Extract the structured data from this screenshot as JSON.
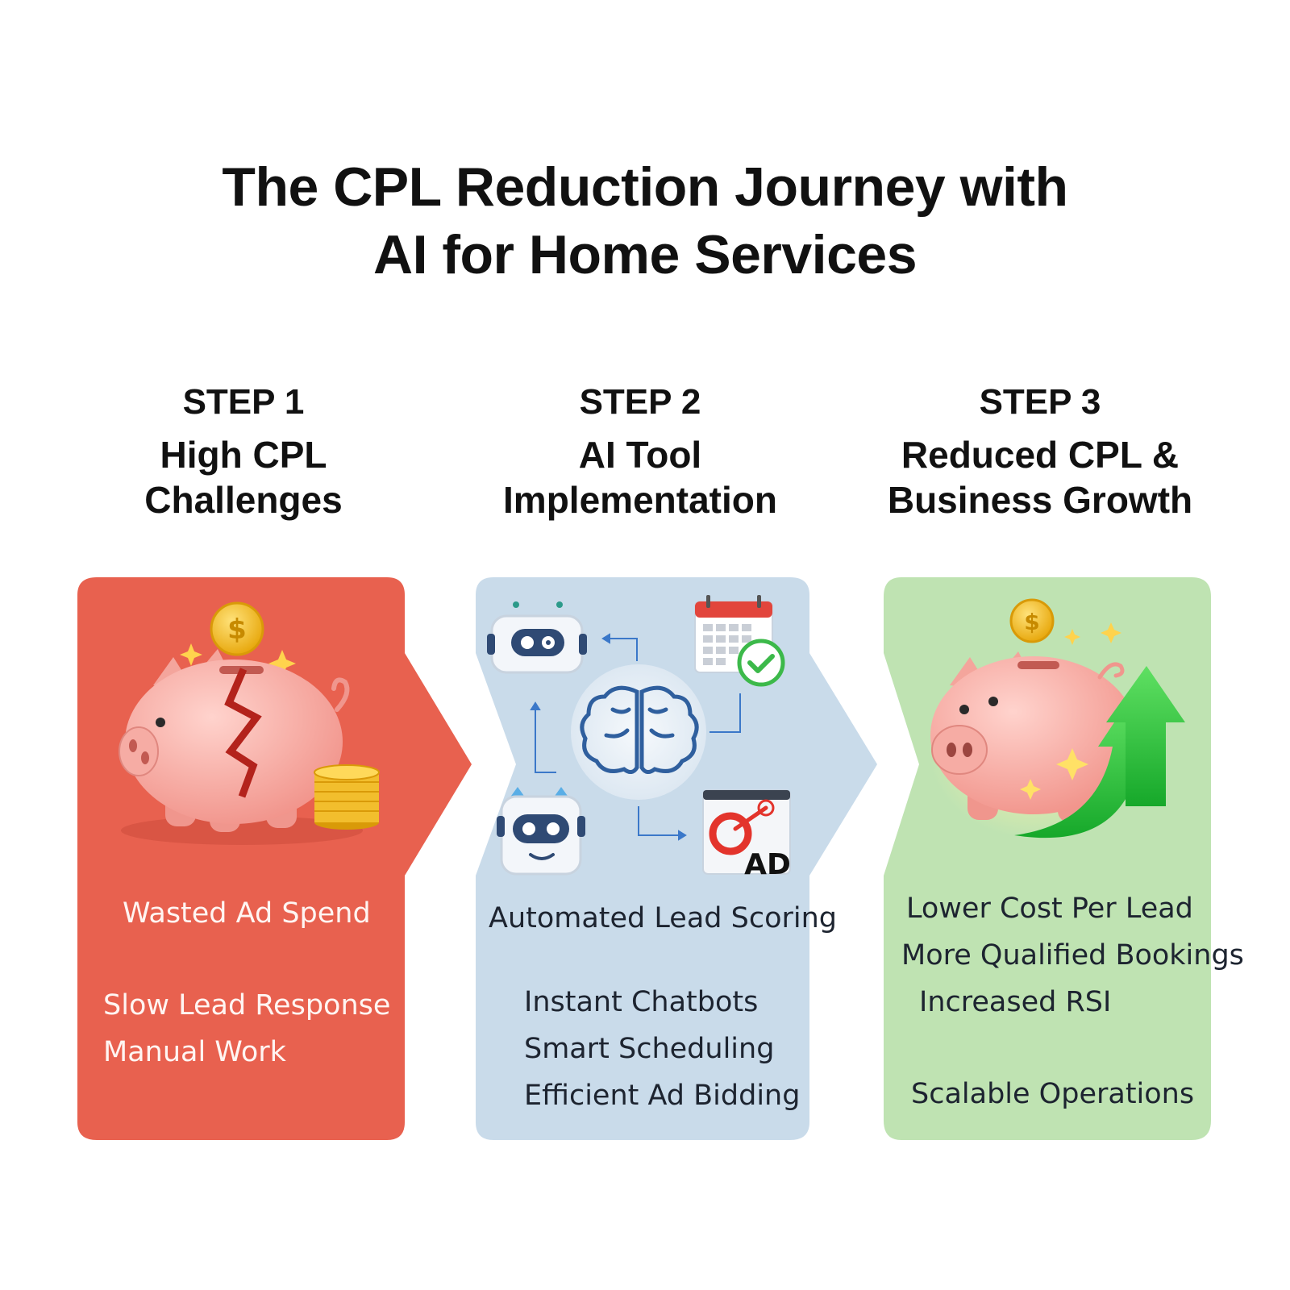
{
  "title": {
    "line1": "The CPL Reduction Journey with",
    "line2": "AI for Home Services"
  },
  "steps": [
    {
      "number": "STEP 1",
      "name_line1": "High CPL",
      "name_line2": "Challenges",
      "color": "#e8614f",
      "items": [
        "Wasted Ad Spend",
        "Slow Lead Response",
        "Manual Work"
      ],
      "illustration": "broken-piggy-bank-icon"
    },
    {
      "number": "STEP 2",
      "name_line1": "AI Tool",
      "name_line2": "Implementation",
      "color": "#c9dbea",
      "items": [
        "Automated Lead Scoring",
        "Instant Chatbots",
        "Smart Scheduling",
        "Efficient Ad Bidding"
      ],
      "illustration": "ai-brain-hub-icon",
      "ad_label": "AD"
    },
    {
      "number": "STEP 3",
      "name_line1": "Reduced CPL &",
      "name_line2": "Business Growth",
      "color": "#bfe3b2",
      "items": [
        "Lower Cost Per Lead",
        "More Qualified Bookings",
        "Increased RSI",
        "Scalable Operations"
      ],
      "illustration": "growing-piggy-bank-icon"
    }
  ]
}
